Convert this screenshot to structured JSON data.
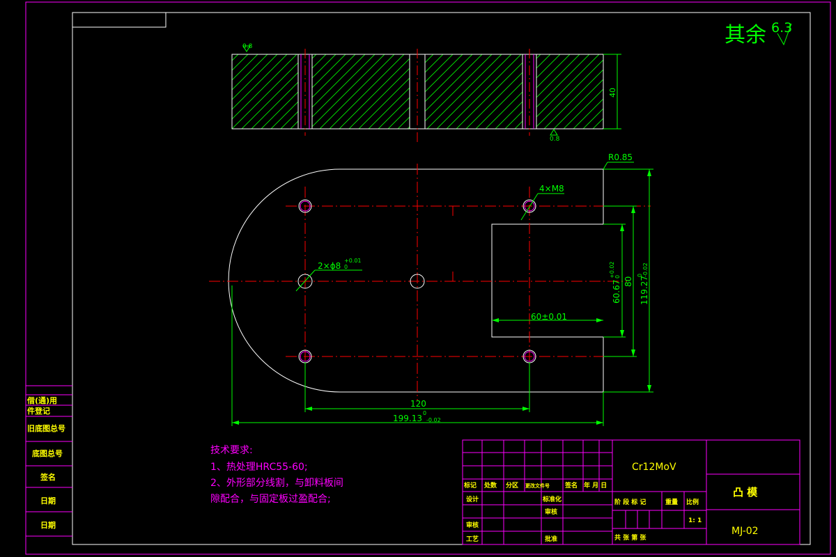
{
  "colors": {
    "background": "#000000",
    "frame": "#ff00ff",
    "outline": "#ffffff",
    "center_line": "#ff0000",
    "hatch_dim": "#00ff00",
    "title_text": "#ffff00",
    "notes": "#ff00ff"
  },
  "roughness": {
    "other": "其余",
    "other_value": "6.3",
    "top_face": "0.8",
    "bottom_face": "0.8"
  },
  "dimensions": {
    "thickness": "40",
    "corner_radius": "R0.85",
    "threads": "4×M8",
    "pin_holes": "2×ϕ8",
    "pin_holes_tol_upper": "+0.01",
    "pin_holes_tol_lower": "0",
    "slot_width": "60±0.01",
    "slot_height": "60.67",
    "slot_height_tol_upper": "+0.02",
    "slot_height_tol_lower": "0",
    "hole_spacing_v": "80",
    "overall_height": "119.27",
    "overall_height_tol_upper": "0",
    "overall_height_tol_lower": "-0.02",
    "hole_spacing_h": "120",
    "overall_length": "199.13",
    "overall_length_tol_upper": "0",
    "overall_length_tol_lower": "-0.02"
  },
  "tech_requirements": {
    "title": "技术要求:",
    "line1": "1、热处理HRC55-60;",
    "line2": "2、外形部分线割，与卸料板间",
    "line3": "隙配合，与固定板过盈配合;"
  },
  "side_table": {
    "rows": [
      "借(通)用",
      "件登记",
      "旧底图总号",
      "底图总号",
      "签名",
      "日期",
      "日期"
    ]
  },
  "title_block": {
    "material": "Cr12MoV",
    "part_name": "凸 模",
    "drawing_no": "MJ-02",
    "scale": "1: 1",
    "revision_headers": [
      "标记",
      "处数",
      "分区",
      "更改文件号",
      "签名",
      "年 月 日"
    ],
    "design": "设计",
    "standardize": "标准化",
    "verify": "审核",
    "check": "审核",
    "process": "工艺",
    "approve": "批准",
    "stage_headers": [
      "阶 段 标 记",
      "重量",
      "比例"
    ],
    "sheets": "共 张  第 张"
  }
}
